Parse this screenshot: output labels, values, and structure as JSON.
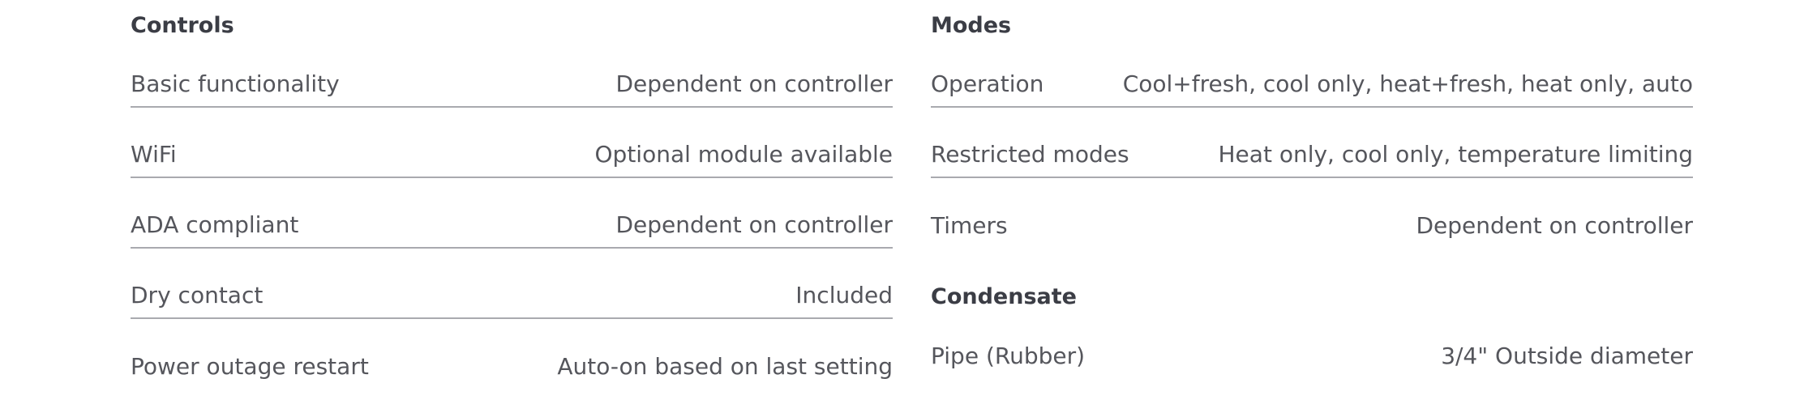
{
  "controls": {
    "title": "Controls",
    "rows": [
      {
        "label": "Basic functionality",
        "value": "Dependent on controller"
      },
      {
        "label": "WiFi",
        "value": "Optional module available"
      },
      {
        "label": "ADA compliant",
        "value": "Dependent on controller"
      },
      {
        "label": "Dry contact",
        "value": "Included"
      },
      {
        "label": "Power outage restart",
        "value": "Auto-on based on last setting"
      }
    ]
  },
  "modes": {
    "title": "Modes",
    "rows": [
      {
        "label": "Operation",
        "value": "Cool+fresh, cool only, heat+fresh, heat only, auto"
      },
      {
        "label": "Restricted modes",
        "value": "Heat only, cool only, temperature limiting"
      },
      {
        "label": "Timers",
        "value": "Dependent on controller"
      }
    ]
  },
  "condensate": {
    "title": "Condensate",
    "rows": [
      {
        "label": "Pipe (Rubber)",
        "value": "3/4\" Outside diameter"
      }
    ]
  }
}
